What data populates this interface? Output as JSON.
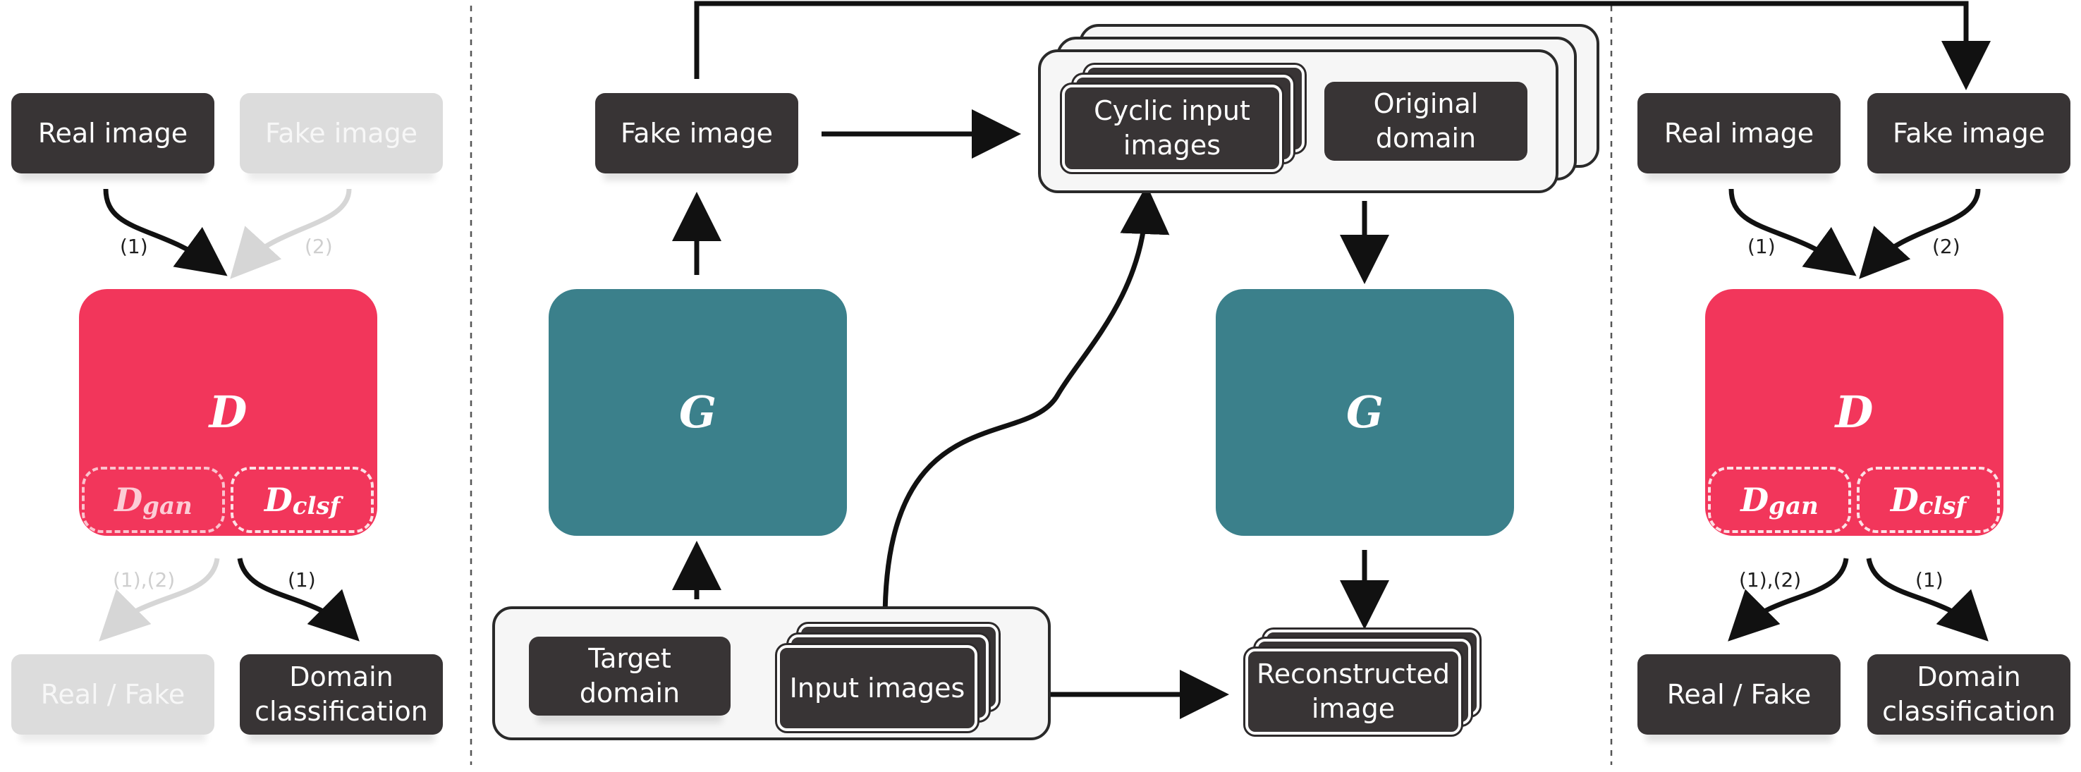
{
  "left": {
    "real_image": "Real image",
    "fake_image": "Fake image",
    "d_label": "D",
    "d_gan": "D",
    "d_gan_sub": "gan",
    "d_clsf": "D",
    "d_clsf_sub": "clsf",
    "label_1": "(1)",
    "label_2": "(2)",
    "label_12": "(1),(2)",
    "label_1b": "(1)",
    "real_fake": "Real / Fake",
    "domain_classification": "Domain classification"
  },
  "center": {
    "fake_image": "Fake image",
    "g_top": "G",
    "g_bottom": "G",
    "cyclic_input": "Cyclic input images",
    "original_domain": "Original domain",
    "target_domain": "Target domain",
    "input_images": "Input images",
    "reconstructed": "Reconstructed image"
  },
  "right": {
    "real_image": "Real image",
    "fake_image": "Fake image",
    "d_label": "D",
    "d_gan": "D",
    "d_gan_sub": "gan",
    "d_clsf": "D",
    "d_clsf_sub": "clsf",
    "label_1": "(1)",
    "label_2": "(2)",
    "label_12": "(1),(2)",
    "label_1b": "(1)",
    "real_fake": "Real / Fake",
    "domain_classification": "Domain classification"
  },
  "colors": {
    "discriminator": "#f2365b",
    "generator": "#3b808b",
    "box_dark": "#383435",
    "box_faded": "#dcdcdc"
  }
}
